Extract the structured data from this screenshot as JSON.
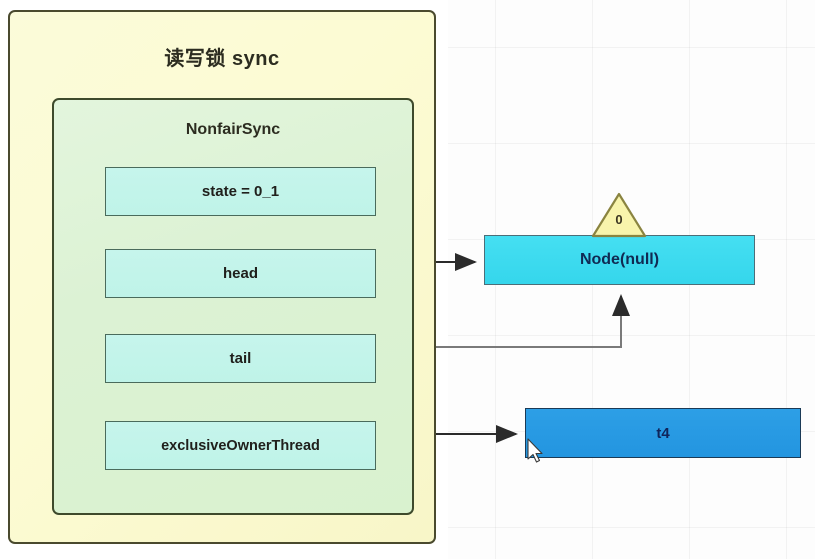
{
  "diagram": {
    "title": "读写锁 sync",
    "inner_title": "NonfairSync",
    "fields": [
      {
        "key": "state",
        "label": "state = 0_1"
      },
      {
        "key": "head",
        "label": "head"
      },
      {
        "key": "tail",
        "label": "tail"
      },
      {
        "key": "owner",
        "label": "exclusiveOwnerThread"
      }
    ],
    "nodes": [
      {
        "key": "node_null",
        "label": "Node(null)"
      },
      {
        "key": "t4",
        "label": "t4"
      }
    ],
    "marker": {
      "label": "0"
    },
    "colors": {
      "outer_fill": "#fbfbd3",
      "outer_border": "#4a4a2e",
      "inner_fill": "#dcf2d4",
      "inner_border": "#3e4a2c",
      "field_fill": "#c3f4ea",
      "field_border": "#4a6b5c",
      "node_null_fill": "#3dd8ec",
      "node_t4_fill": "#2395e0",
      "marker_fill": "#f7f3a8",
      "marker_border": "#8a8440",
      "arrow_dark": "#2b2b2b",
      "arrow_gray": "#7a7a7a",
      "canvas_bg": "#fdfdfd"
    }
  }
}
